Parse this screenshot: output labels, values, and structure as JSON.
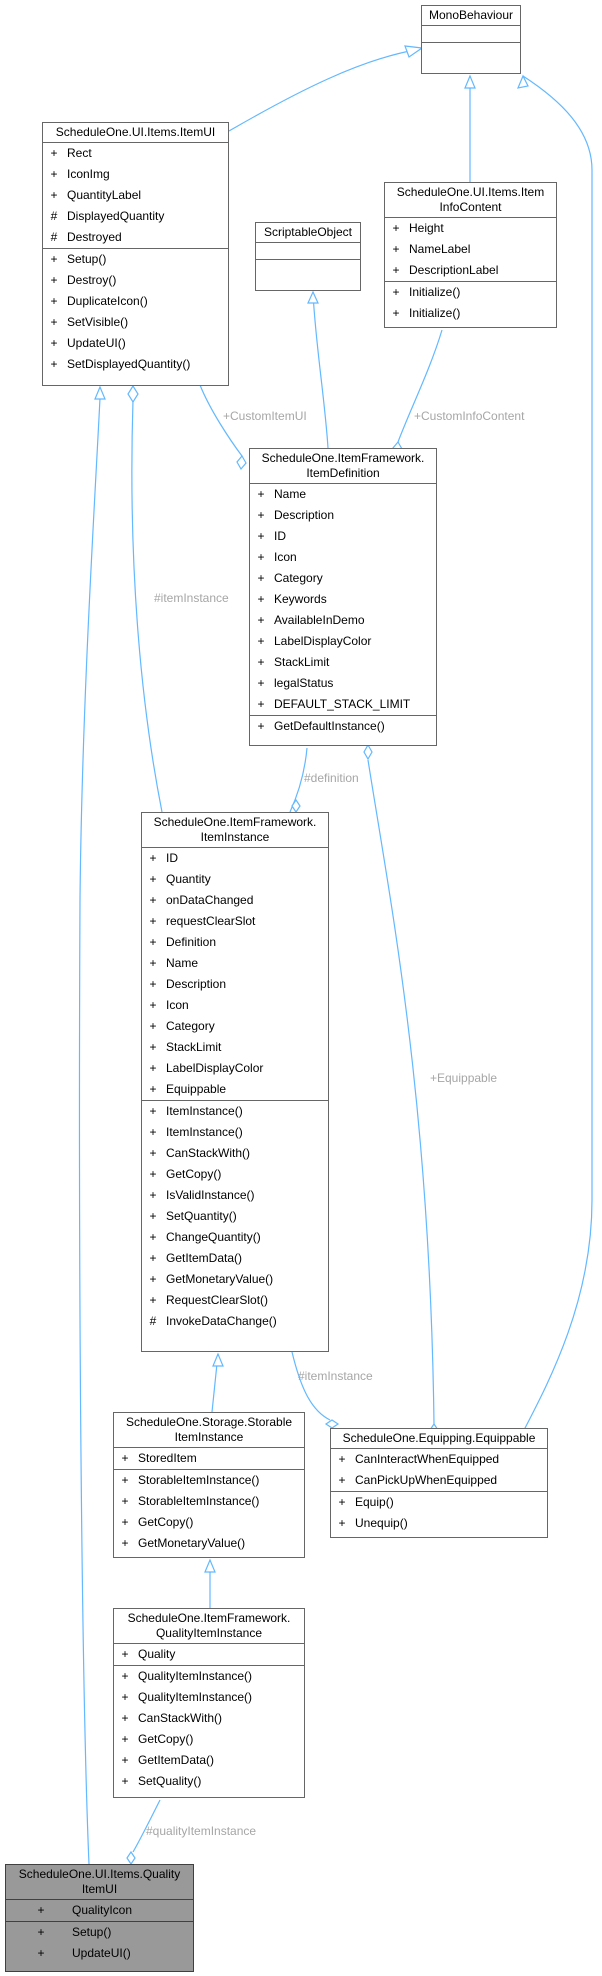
{
  "classes": {
    "monobehaviour": {
      "title": "MonoBehaviour",
      "attributes": [],
      "operations": []
    },
    "itemui": {
      "title": "ScheduleOne.UI.Items.ItemUI",
      "attributes": [
        {
          "vis": "+",
          "name": "Rect"
        },
        {
          "vis": "+",
          "name": "IconImg"
        },
        {
          "vis": "+",
          "name": "QuantityLabel"
        },
        {
          "vis": "#",
          "name": "DisplayedQuantity"
        },
        {
          "vis": "#",
          "name": "Destroyed"
        }
      ],
      "operations": [
        {
          "vis": "+",
          "name": "Setup()"
        },
        {
          "vis": "+",
          "name": "Destroy()"
        },
        {
          "vis": "+",
          "name": "DuplicateIcon()"
        },
        {
          "vis": "+",
          "name": "SetVisible()"
        },
        {
          "vis": "+",
          "name": "UpdateUI()"
        },
        {
          "vis": "+",
          "name": "SetDisplayedQuantity()"
        }
      ]
    },
    "iteminfocontent": {
      "title": "ScheduleOne.UI.Items.Item InfoContent",
      "attributes": [
        {
          "vis": "+",
          "name": "Height"
        },
        {
          "vis": "+",
          "name": "NameLabel"
        },
        {
          "vis": "+",
          "name": "DescriptionLabel"
        }
      ],
      "operations": [
        {
          "vis": "+",
          "name": "Initialize()"
        },
        {
          "vis": "+",
          "name": "Initialize()"
        }
      ]
    },
    "scriptableobject": {
      "title": "ScriptableObject",
      "attributes": [],
      "operations": []
    },
    "itemdefinition": {
      "title": "ScheduleOne.ItemFramework. ItemDefinition",
      "attributes": [
        {
          "vis": "+",
          "name": "Name"
        },
        {
          "vis": "+",
          "name": "Description"
        },
        {
          "vis": "+",
          "name": "ID"
        },
        {
          "vis": "+",
          "name": "Icon"
        },
        {
          "vis": "+",
          "name": "Category"
        },
        {
          "vis": "+",
          "name": "Keywords"
        },
        {
          "vis": "+",
          "name": "AvailableInDemo"
        },
        {
          "vis": "+",
          "name": "LabelDisplayColor"
        },
        {
          "vis": "+",
          "name": "StackLimit"
        },
        {
          "vis": "+",
          "name": "legalStatus"
        },
        {
          "vis": "+",
          "name": "DEFAULT_STACK_LIMIT"
        }
      ],
      "operations": [
        {
          "vis": "+",
          "name": "GetDefaultInstance()"
        }
      ]
    },
    "iteminstance": {
      "title": "ScheduleOne.ItemFramework. ItemInstance",
      "attributes": [
        {
          "vis": "+",
          "name": "ID"
        },
        {
          "vis": "+",
          "name": "Quantity"
        },
        {
          "vis": "+",
          "name": "onDataChanged"
        },
        {
          "vis": "+",
          "name": "requestClearSlot"
        },
        {
          "vis": "+",
          "name": "Definition"
        },
        {
          "vis": "+",
          "name": "Name"
        },
        {
          "vis": "+",
          "name": "Description"
        },
        {
          "vis": "+",
          "name": "Icon"
        },
        {
          "vis": "+",
          "name": "Category"
        },
        {
          "vis": "+",
          "name": "StackLimit"
        },
        {
          "vis": "+",
          "name": "LabelDisplayColor"
        },
        {
          "vis": "+",
          "name": "Equippable"
        }
      ],
      "operations": [
        {
          "vis": "+",
          "name": "ItemInstance()"
        },
        {
          "vis": "+",
          "name": "ItemInstance()"
        },
        {
          "vis": "+",
          "name": "CanStackWith()"
        },
        {
          "vis": "+",
          "name": "GetCopy()"
        },
        {
          "vis": "+",
          "name": "IsValidInstance()"
        },
        {
          "vis": "+",
          "name": "SetQuantity()"
        },
        {
          "vis": "+",
          "name": "ChangeQuantity()"
        },
        {
          "vis": "+",
          "name": "GetItemData()"
        },
        {
          "vis": "+",
          "name": "GetMonetaryValue()"
        },
        {
          "vis": "+",
          "name": "RequestClearSlot()"
        },
        {
          "vis": "#",
          "name": "InvokeDataChange()"
        }
      ]
    },
    "storableiteminstance": {
      "title": "ScheduleOne.Storage.Storable ItemInstance",
      "attributes": [
        {
          "vis": "+",
          "name": "StoredItem"
        }
      ],
      "operations": [
        {
          "vis": "+",
          "name": "StorableItemInstance()"
        },
        {
          "vis": "+",
          "name": "StorableItemInstance()"
        },
        {
          "vis": "+",
          "name": "GetCopy()"
        },
        {
          "vis": "+",
          "name": "GetMonetaryValue()"
        }
      ]
    },
    "equippable": {
      "title": "ScheduleOne.Equipping.Equippable",
      "attributes": [
        {
          "vis": "+",
          "name": "CanInteractWhenEquipped"
        },
        {
          "vis": "+",
          "name": "CanPickUpWhenEquipped"
        }
      ],
      "operations": [
        {
          "vis": "+",
          "name": "Equip()"
        },
        {
          "vis": "+",
          "name": "Unequip()"
        }
      ]
    },
    "qualityiteminstance": {
      "title": "ScheduleOne.ItemFramework. QualityItemInstance",
      "attributes": [
        {
          "vis": "+",
          "name": "Quality"
        }
      ],
      "operations": [
        {
          "vis": "+",
          "name": "QualityItemInstance()"
        },
        {
          "vis": "+",
          "name": "QualityItemInstance()"
        },
        {
          "vis": "+",
          "name": "CanStackWith()"
        },
        {
          "vis": "+",
          "name": "GetCopy()"
        },
        {
          "vis": "+",
          "name": "GetItemData()"
        },
        {
          "vis": "+",
          "name": "SetQuality()"
        }
      ]
    },
    "qualityitemui": {
      "title": "ScheduleOne.UI.Items.Quality ItemUI",
      "attributes": [
        {
          "vis": "+",
          "name": "QualityIcon"
        }
      ],
      "operations": [
        {
          "vis": "+",
          "name": "Setup()"
        },
        {
          "vis": "+",
          "name": "UpdateUI()"
        }
      ]
    }
  },
  "edge_labels": {
    "custom_item_ui": "+CustomItemUI",
    "custom_info_content": "+CustomInfoContent",
    "item_instance_ui": "#itemInstance",
    "definition": "#definition",
    "equippable": "+Equippable",
    "item_instance_equip": "#itemInstance",
    "quality_item_instance": "#qualityItemInstance"
  },
  "colors": {
    "edge": "#63b8ff",
    "box_border": "#666666",
    "highlight_fill": "#999999",
    "edge_label": "#a6a6a6"
  }
}
